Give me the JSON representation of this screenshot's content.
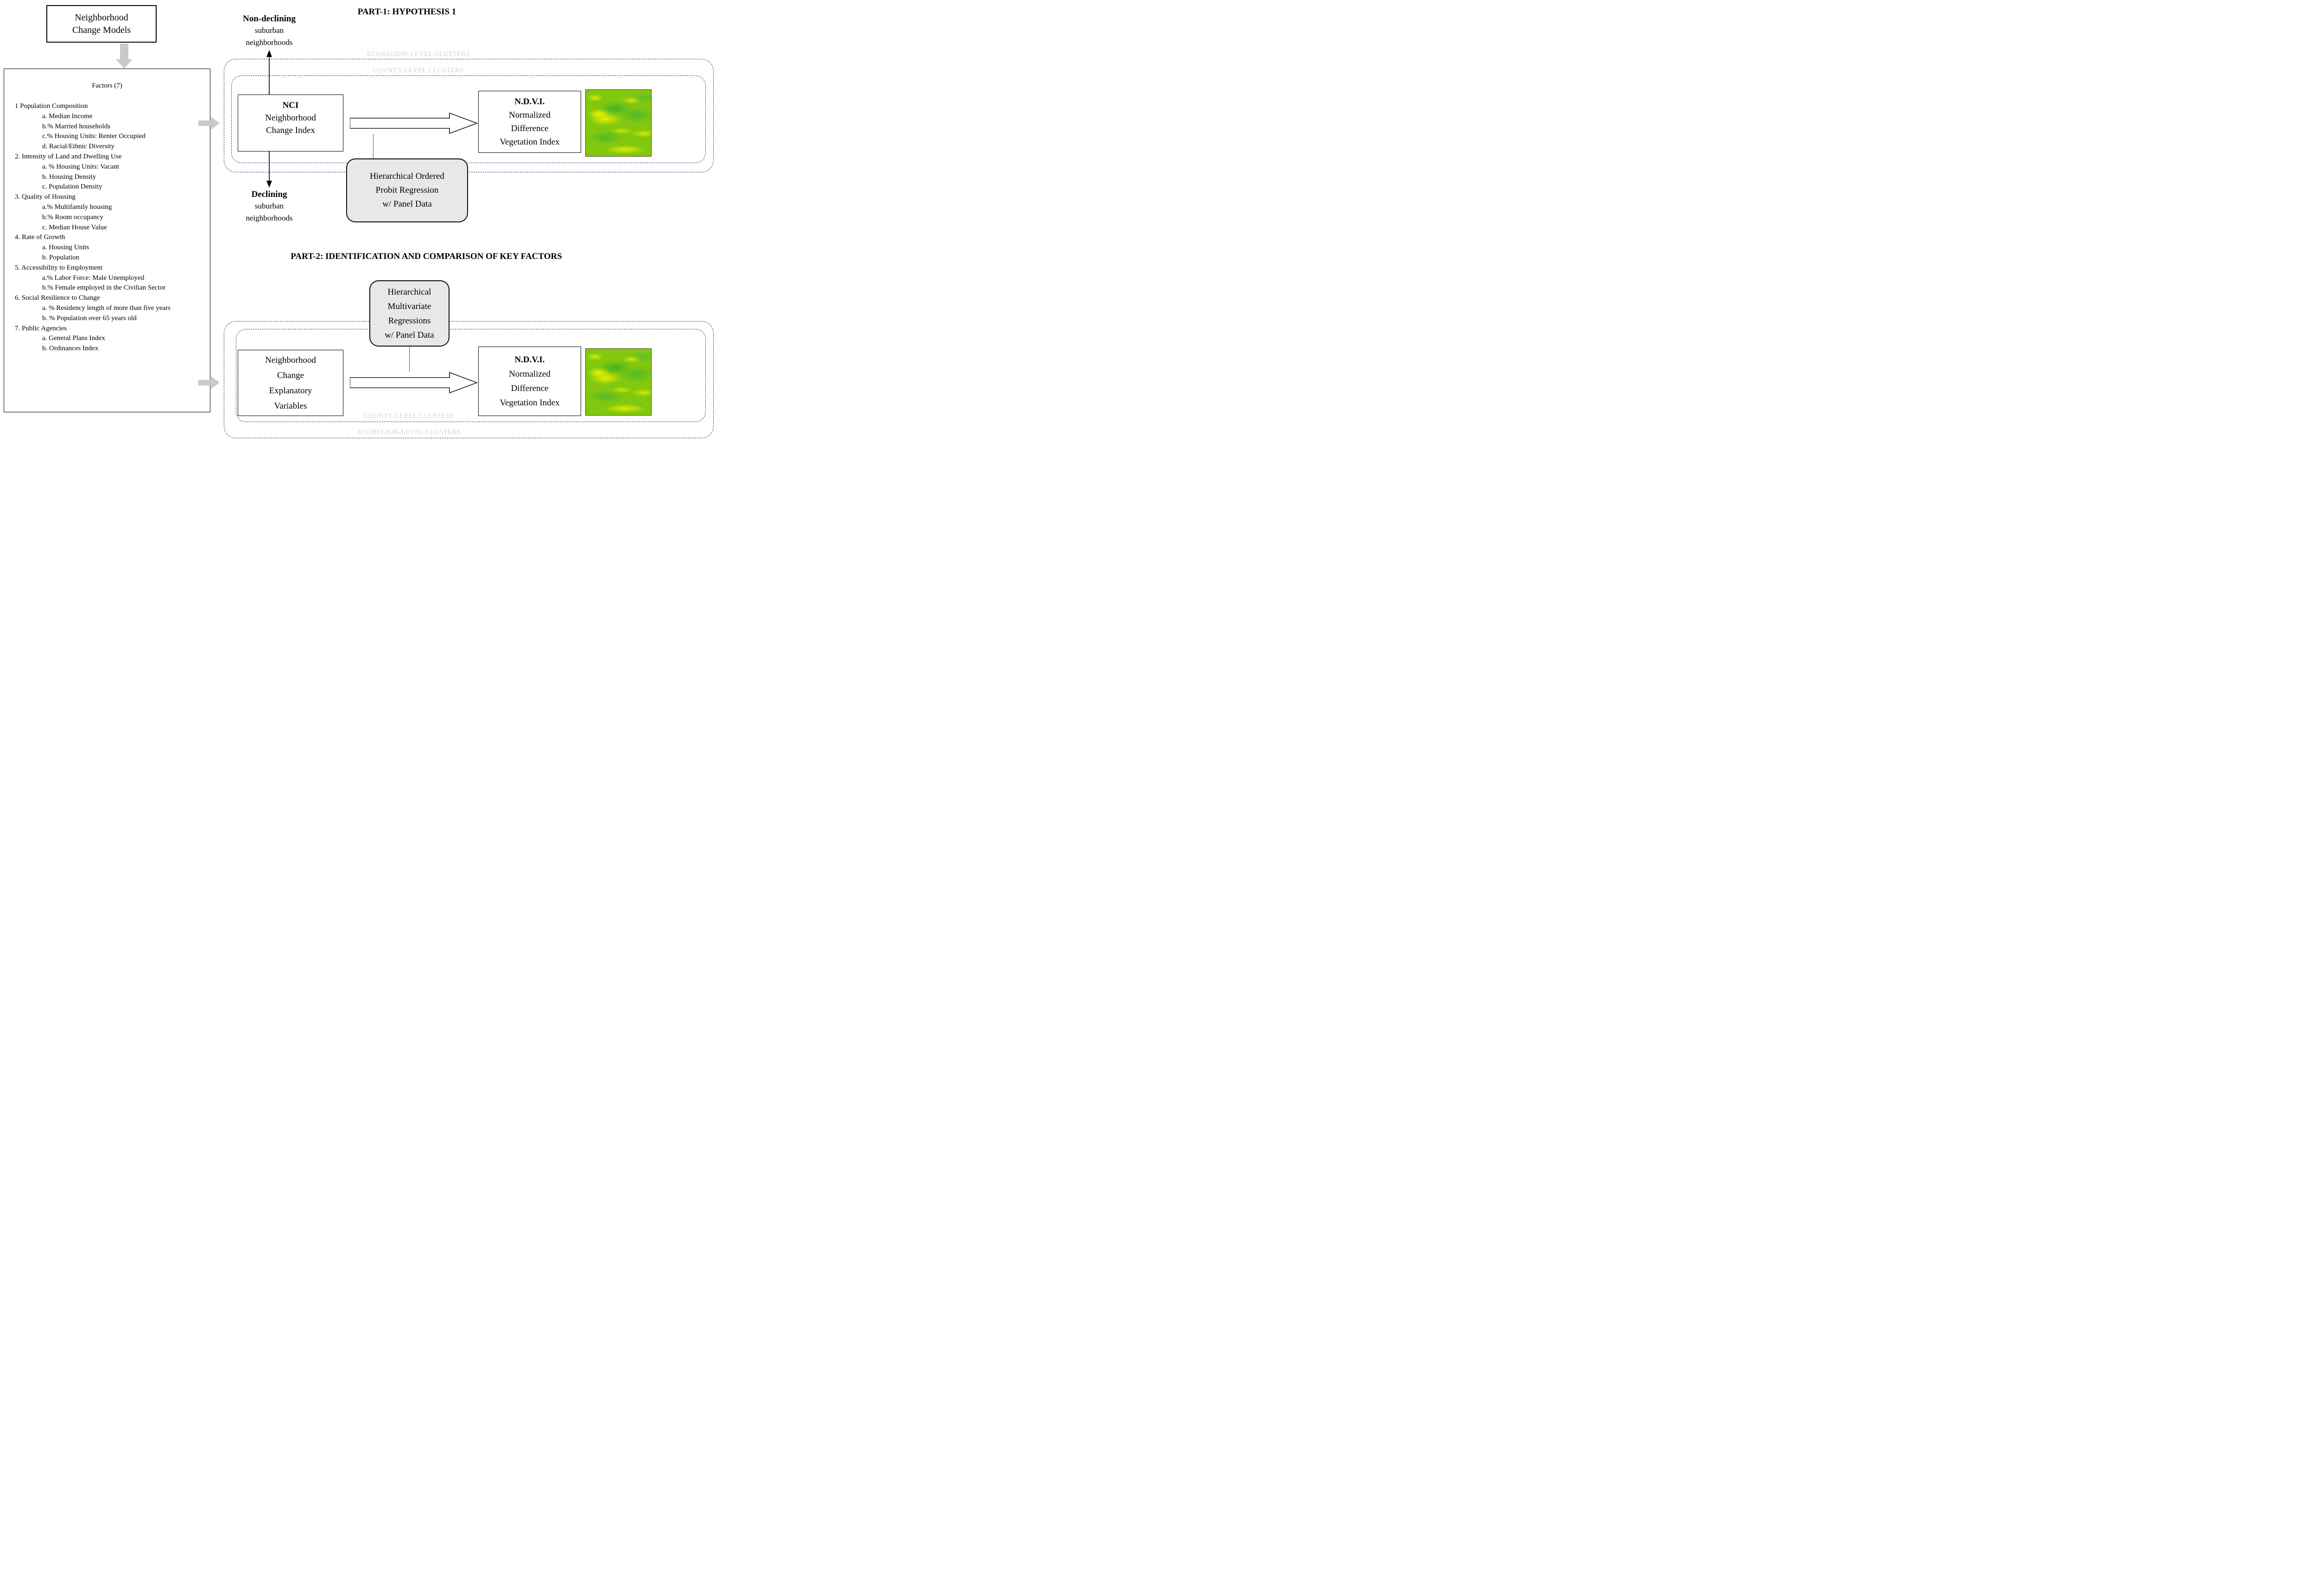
{
  "model_box": {
    "line1": "Neighborhood",
    "line2": "Change Models"
  },
  "factors_panel": {
    "heading": "Factors (7)",
    "items": [
      {
        "text": "1 Population Composition",
        "indent": 0
      },
      {
        "text": "a. Median Income",
        "indent": 1
      },
      {
        "text": "b.% Married households",
        "indent": 1
      },
      {
        "text": "c.% Housing Units: Renter Occupied",
        "indent": 1
      },
      {
        "text": "d. Racial/Ethnic Diversity",
        "indent": 1
      },
      {
        "text": "2. Intensity of Land and Dwelling Use",
        "indent": 0
      },
      {
        "text": "a. % Housing Units: Vacant",
        "indent": 1
      },
      {
        "text": "b. Housing Density",
        "indent": 1
      },
      {
        "text": "c. Population Density",
        "indent": 1
      },
      {
        "text": "3. Quality of Housing",
        "indent": 0
      },
      {
        "text": "a.% Multifamily housing",
        "indent": 1
      },
      {
        "text": "b.% Room occupancy",
        "indent": 1
      },
      {
        "text": "c. Median House Value",
        "indent": 1
      },
      {
        "text": "4. Rate of Growth",
        "indent": 0
      },
      {
        "text": "a. Housing Units",
        "indent": 1
      },
      {
        "text": "b. Population",
        "indent": 1
      },
      {
        "text": "5. Accessibility to Employment",
        "indent": 0
      },
      {
        "text": "a.% Labor Force: Male Unemployed",
        "indent": 1
      },
      {
        "text": "b.% Female employed in the Civilian Sector",
        "indent": 1
      },
      {
        "text": "6. Social Resilience to Change",
        "indent": 0
      },
      {
        "text": "a. % Residency length of more than five years",
        "indent": 1
      },
      {
        "text": "b. % Population over 65 years old",
        "indent": 1
      },
      {
        "text": "7. Public Agencies",
        "indent": 0
      },
      {
        "text": "a. General Plans Index",
        "indent": 1
      },
      {
        "text": "b. Ordinances Index",
        "indent": 1
      }
    ]
  },
  "part1": {
    "title": "PART-1: HYPOTHESIS 1",
    "ecoregion_label": "ECOREGION-LEVEL CLUSTERS",
    "county_label": "COUNTY-LEVEL CLUSTERS",
    "non_declining": {
      "line1": "Non-declining",
      "line2": "suburban",
      "line3": "neighborhoods"
    },
    "declining": {
      "line1": "Declining",
      "line2": "suburban",
      "line3": "neighborhoods"
    },
    "nci_box": {
      "line1": "NCI",
      "line2": "Neighborhood",
      "line3": "Change Index"
    },
    "ndvi_box": {
      "line1": "N.D.V.I.",
      "line2": "Normalized",
      "line3": "Difference",
      "line4": "Vegetation Index"
    },
    "probit_box": {
      "line1": "Hierarchical Ordered",
      "line2": "Probit Regression",
      "line3": "w/ Panel Data"
    }
  },
  "part2": {
    "title": "PART-2: IDENTIFICATION AND COMPARISON OF KEY FACTORS",
    "ecoregion_label": "ECOREGION-LEVEL CLUSTERS",
    "county_label": "COUNTY-LEVEL CLUSTERS",
    "regressions_box": {
      "line1": "Hierarchical",
      "line2": "Multivariate",
      "line3": "Regressions",
      "line4": "w/ Panel Data"
    },
    "ncev_box": {
      "line1": "Neighborhood",
      "line2": "Change",
      "line3": "Explanatory",
      "line4": "Variables"
    },
    "ndvi_box": {
      "line1": "N.D.V.I.",
      "line2": "Normalized",
      "line3": "Difference",
      "line4": "Vegetation Index"
    }
  },
  "colors": {
    "dashed_border": "#1f3864",
    "cluster_label_gray": "#d3d3d3",
    "rounded_box_fill": "#e9e8e8",
    "flow_arrow_gray": "#c9c9c9",
    "ndvi_green": "#7fc60d",
    "ndvi_yellow": "#eef200"
  }
}
